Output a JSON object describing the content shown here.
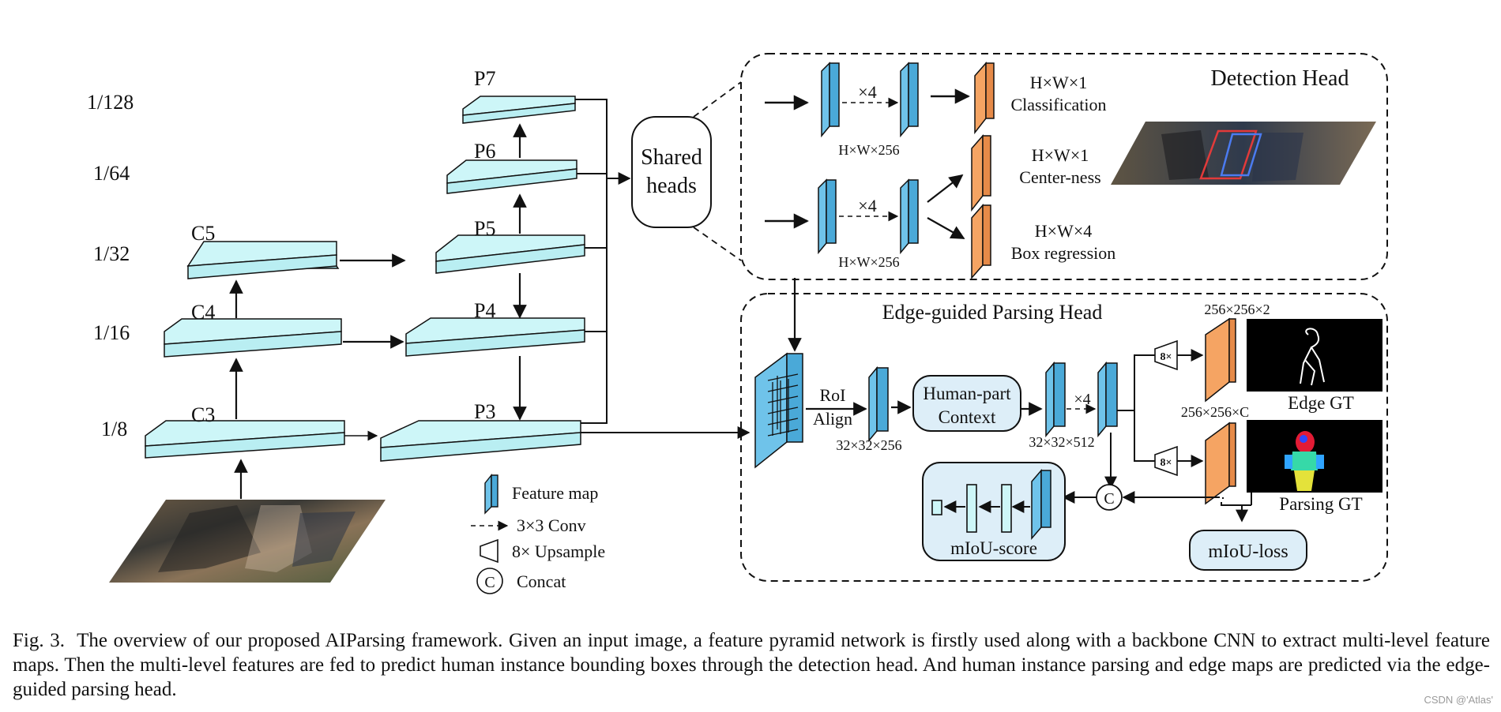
{
  "scales": [
    "1/128",
    "1/64",
    "1/32",
    "1/16",
    "1/8"
  ],
  "backbone": [
    "C5",
    "C4",
    "C3"
  ],
  "pyramid": [
    "P7",
    "P6",
    "P5",
    "P4",
    "P3"
  ],
  "shared_heads": [
    "Shared",
    "heads"
  ],
  "detection": {
    "title": "Detection Head",
    "x4": "×4",
    "dim256": "H×W×256",
    "cls_dim": "H×W×1",
    "cls_label": "Classification",
    "ctr_dim": "H×W×1",
    "ctr_label": "Center-ness",
    "box_dim": "H×W×4",
    "box_label": "Box  regression"
  },
  "parsing": {
    "title": "Edge-guided Parsing Head",
    "roi": [
      "RoI",
      "Align"
    ],
    "dim_a": "32×32×256",
    "context": [
      "Human-part",
      "Context"
    ],
    "x4": "×4",
    "dim_b": "32×32×512",
    "up": "8×",
    "concat": "C",
    "dim_edge": "256×256×2",
    "dim_parse": "256×256×C",
    "edge_gt": "Edge GT",
    "parsing_gt": "Parsing GT",
    "miou_score": "mIoU-score",
    "miou_loss": "mIoU-loss"
  },
  "legend": {
    "feature_map": "Feature map",
    "conv": "3×3 Conv",
    "upsample": "8× Upsample",
    "concat_symbol": "C",
    "concat": "Concat"
  },
  "caption": {
    "fig": "Fig. 3.",
    "text": "The overview of our proposed AIParsing framework. Given an input image, a feature pyramid network is firstly used along with a backbone CNN to extract multi-level feature maps. Then the multi-level features are fed to predict human instance bounding boxes through the detection head. And human instance parsing and edge maps are predicted via the edge-guided parsing head."
  },
  "watermark": "CSDN @'Atlas'",
  "colors": {
    "slab": "#cdf6f8",
    "blue": "#6fc3ea",
    "orange": "#f5a463",
    "box": "#ddeef8"
  }
}
